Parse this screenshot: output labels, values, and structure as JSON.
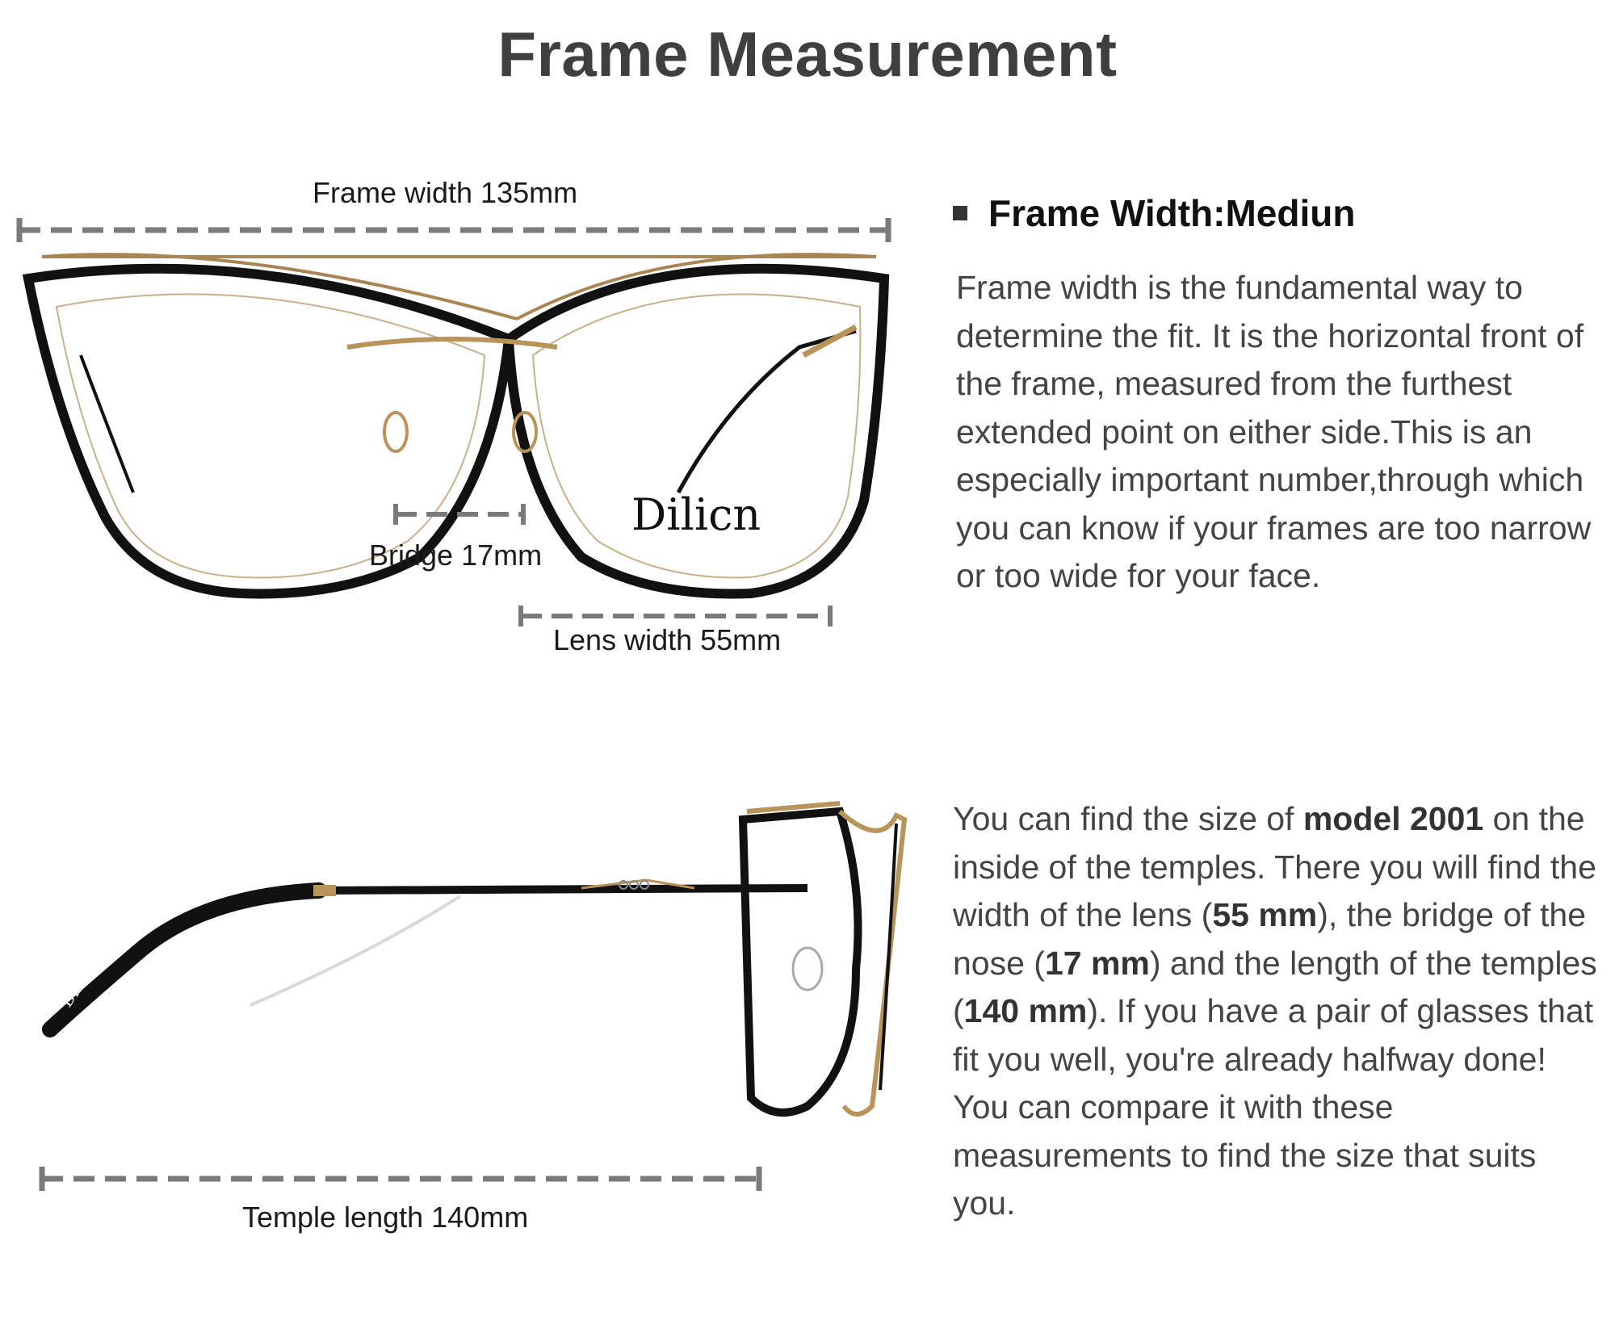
{
  "title": "Frame Measurement",
  "labels": {
    "frame_width": "Frame width 135mm",
    "bridge": "Bridge 17mm",
    "lens_width": "Lens width 55mm",
    "temple_length": "Temple length 140mm"
  },
  "brand": "Dilicn",
  "section": {
    "heading": "Frame Width:Mediun",
    "paragraph": "Frame width is the fundamental way to determine the fit. It is the horizontal front of the frame, measured from the furthest extended point on either side.This is an especially important number,through which you can know if your frames are too narrow or too wide for your face."
  },
  "model_info": {
    "p1": "You can find the size of ",
    "model": "model 2001",
    "p2": " on the inside of the temples. There you will find the width of the lens (",
    "lens": "55 mm",
    "p3": "), the bridge of the nose (",
    "bridge": "17 mm",
    "p4": ") and the length of the temples (",
    "temple": "140 mm",
    "p5": "). If you have a pair of glasses that fit you well, you're already halfway done! You can compare it with these measurements to find the size that suits you."
  },
  "colors": {
    "frame": "#111111",
    "gold": "#b8935a",
    "dash": "#7a7a7a",
    "text": "#444444"
  }
}
